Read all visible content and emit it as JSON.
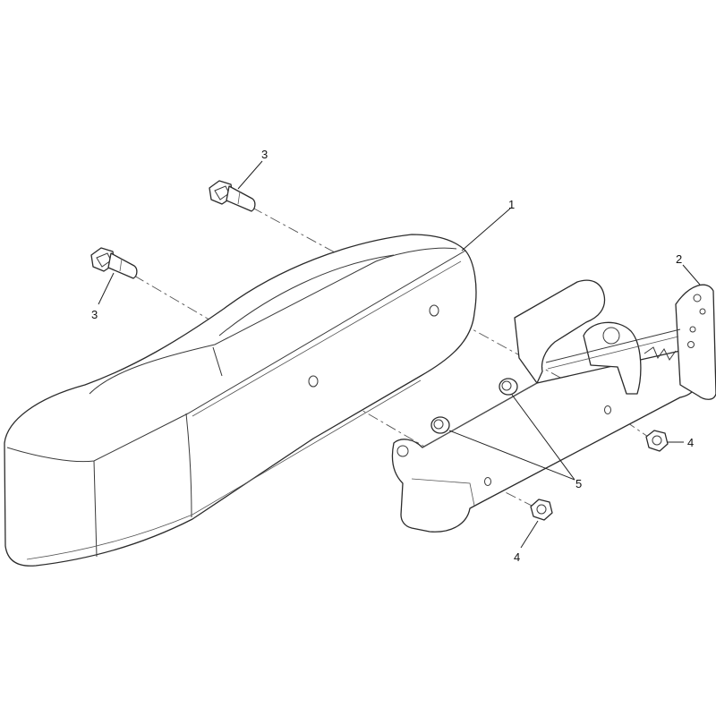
{
  "callouts": {
    "c1": "1",
    "c2": "2",
    "c3a": "3",
    "c3b": "3",
    "c4a": "4",
    "c4b": "4",
    "c5": "5"
  },
  "colors": {
    "line": "#2b2b2b",
    "background": "#ffffff"
  }
}
